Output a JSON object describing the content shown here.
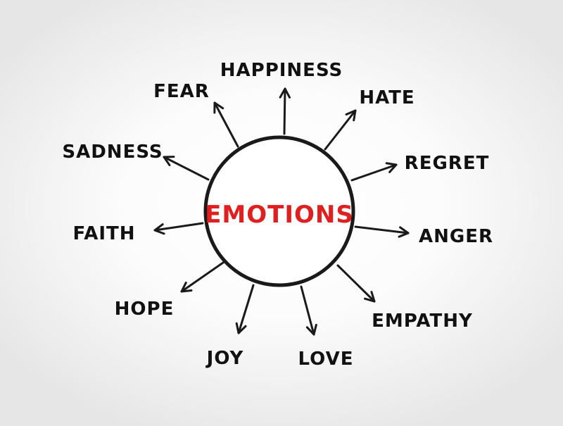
{
  "center": {
    "label": "EMOTIONS",
    "color": "#e02020"
  },
  "nodes": [
    {
      "id": "happiness",
      "label": "HAPPINESS"
    },
    {
      "id": "hate",
      "label": "HATE"
    },
    {
      "id": "regret",
      "label": "REGRET"
    },
    {
      "id": "anger",
      "label": "ANGER"
    },
    {
      "id": "empathy",
      "label": "EMPATHY"
    },
    {
      "id": "love",
      "label": "LOVE"
    },
    {
      "id": "joy",
      "label": "JOY"
    },
    {
      "id": "hope",
      "label": "HOPE"
    },
    {
      "id": "faith",
      "label": "FAITH"
    },
    {
      "id": "sadness",
      "label": "SADNESS"
    },
    {
      "id": "fear",
      "label": "FEAR"
    }
  ],
  "colors": {
    "ink": "#1a1a1a"
  }
}
